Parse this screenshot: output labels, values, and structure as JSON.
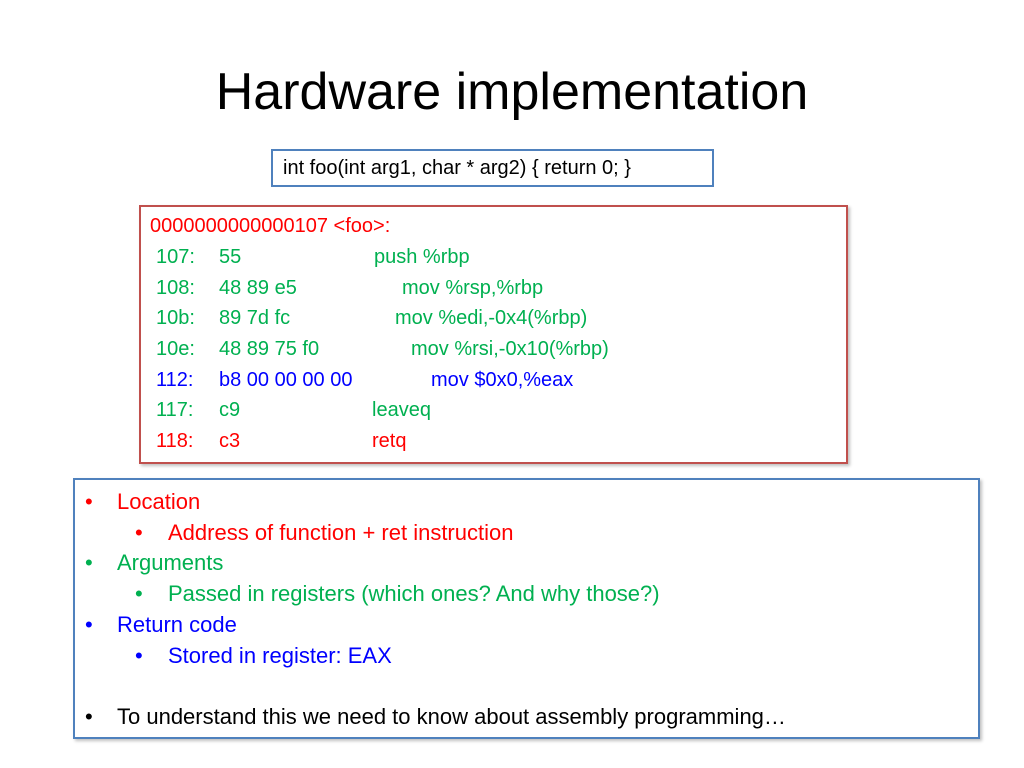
{
  "title": "Hardware implementation",
  "signature": "int foo(int arg1, char * arg2) { return 0; }",
  "assembly": {
    "header": "0000000000000107 <foo>:",
    "lines": [
      {
        "addr": "107:",
        "bytes": "55",
        "instr": "push   %rbp",
        "color": "#00b050"
      },
      {
        "addr": "108:",
        "bytes": "48 89 e5",
        "instr": "mov    %rsp,%rbp",
        "color": "#00b050"
      },
      {
        "addr": "10b:",
        "bytes": "89 7d fc",
        "instr": "mov    %edi,-0x4(%rbp)",
        "color": "#00b050"
      },
      {
        "addr": "10e:",
        "bytes": "48 89 75 f0",
        "instr": "mov    %rsi,-0x10(%rbp)",
        "color": "#00b050"
      },
      {
        "addr": "112:",
        "bytes": "b8 00 00 00 00",
        "instr": "mov    $0x0,%eax",
        "color": "#0000ff"
      },
      {
        "addr": "117:",
        "bytes": "c9",
        "instr": "leaveq",
        "color": "#00b050"
      },
      {
        "addr": "118:",
        "bytes": "c3",
        "instr": "retq",
        "color": "#ff0000"
      }
    ]
  },
  "notes": {
    "location": "Location",
    "location_sub": "Address of function + ret instruction",
    "arguments": "Arguments",
    "arguments_sub": "Passed in registers (which ones? And why those?)",
    "return_code": "Return code",
    "return_code_sub": "Stored in register: EAX",
    "footer": "To understand this we need to know about assembly programming…",
    "bullet_char": "•"
  },
  "colors": {
    "red": "#ff0000",
    "green": "#00b050",
    "blue": "#0000ff",
    "box_blue": "#4f81bd",
    "box_red": "#c0504d"
  }
}
